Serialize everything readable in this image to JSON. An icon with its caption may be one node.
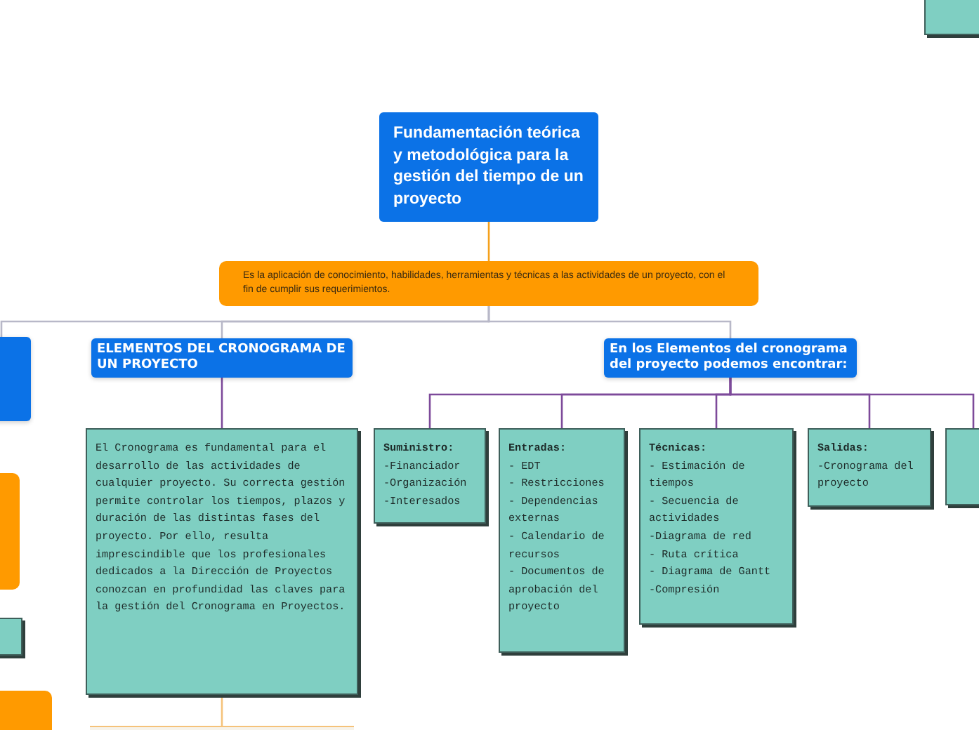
{
  "diagram": {
    "nodes": [
      {
        "text": [
          "Fundamentación teórica y metodológica para la gestión del tiempo de un proyecto"
        ]
      },
      {
        "text": [
          "Es la aplicación de conocimiento, habilidades, herramientas y técnicas a las actividades de un proyecto, con el fin de cumplir sus requerimientos."
        ]
      },
      {
        "text": [],
        "shape": "box"
      },
      {
        "text": [
          "ELEMENTOS DEL CRONOGRAMA DE UN PROYECTO"
        ]
      },
      {
        "text": [
          "En los Elementos del cronograma del proyecto podemos encontrar:"
        ]
      },
      {
        "text": [
          "El Cronograma es fundamental para el desarrollo de las actividades de cualquier proyecto. Su correcta gestión permite controlar los tiempos, plazos y duración de las distintas fases del proyecto. Por ello, resulta imprescindible que los profesionales dedicados a la Dirección de Proyectos conozcan en profundidad las claves para la gestión del Cronograma en Proyectos."
        ]
      },
      {
        "text": [
          "Suministro:",
          "-Financiador",
          "-Organización",
          "-Interesados"
        ]
      },
      {
        "text": [
          "Entradas:",
          "- EDT",
          "- Restricciones",
          "- Dependencias externas",
          "- Calendario de recursos",
          "- Documentos de aprobación del proyecto"
        ]
      },
      {
        "text": [
          "Técnicas:",
          "- Estimación de tiempos",
          "- Secuencia de actividades",
          "-Diagrama de red",
          "- Ruta crítica",
          "- Diagrama de Gantt",
          "-Compresión"
        ]
      },
      {
        "text": [
          "Salidas:",
          "-Cronograma del proyecto"
        ]
      },
      {
        "text": [],
        "shape": "box"
      },
      {
        "text": [],
        "shape": "box"
      },
      {
        "text": [],
        "shape": "box"
      },
      {
        "text": [],
        "shape": "box"
      },
      {
        "text": [],
        "shape": "box"
      },
      {
        "text": [],
        "shape": "box"
      }
    ],
    "edges": [
      {
        "from": 0,
        "to": 1,
        "arrow": "none",
        "color": "#f5a11c"
      },
      {
        "from": 1,
        "to": 2,
        "arrow": "none",
        "color": "#b8b8c8"
      },
      {
        "from": 1,
        "to": 3,
        "arrow": "none",
        "color": "#b8b8c8"
      },
      {
        "from": 1,
        "to": 4,
        "arrow": "none",
        "color": "#b8b8c8"
      },
      {
        "from": 3,
        "to": 5,
        "arrow": "none"
      },
      {
        "from": 4,
        "to": 6,
        "arrow": "none"
      },
      {
        "from": 4,
        "to": 7,
        "arrow": "none"
      },
      {
        "from": 4,
        "to": 8,
        "arrow": "none"
      },
      {
        "from": 4,
        "to": 9,
        "arrow": "none"
      },
      {
        "from": 4,
        "to": 10,
        "arrow": "none"
      },
      {
        "from": 5,
        "to": 14,
        "arrow": "none",
        "color": "#f5c27a"
      }
    ]
  }
}
